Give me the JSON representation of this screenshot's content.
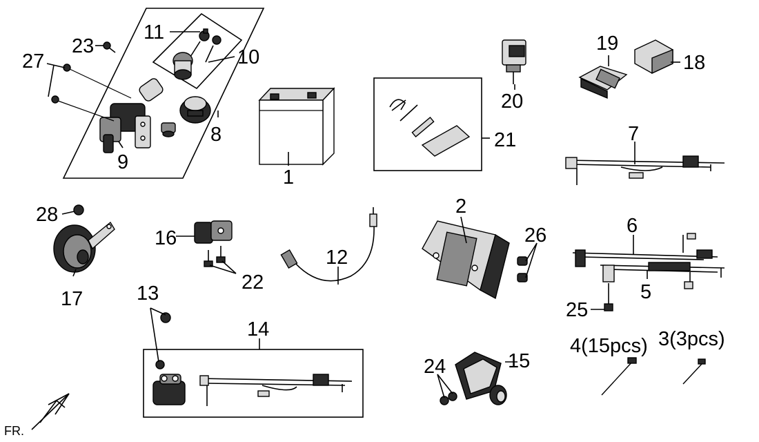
{
  "orientation_label": "FR.",
  "labels": {
    "p1": "1",
    "p2": "2",
    "p3": "3(3pcs)",
    "p4": "4(15pcs)",
    "p5": "5",
    "p6": "6",
    "p7": "7",
    "p8": "8",
    "p9": "9",
    "p10": "10",
    "p11": "11",
    "p12": "12",
    "p13": "13",
    "p14": "14",
    "p15": "15",
    "p16": "16",
    "p17": "17",
    "p18": "18",
    "p19": "19",
    "p20": "20",
    "p21": "21",
    "p22": "22",
    "p23": "23",
    "p24": "24",
    "p25": "25",
    "p26": "26",
    "p27": "27",
    "p28": "28"
  }
}
